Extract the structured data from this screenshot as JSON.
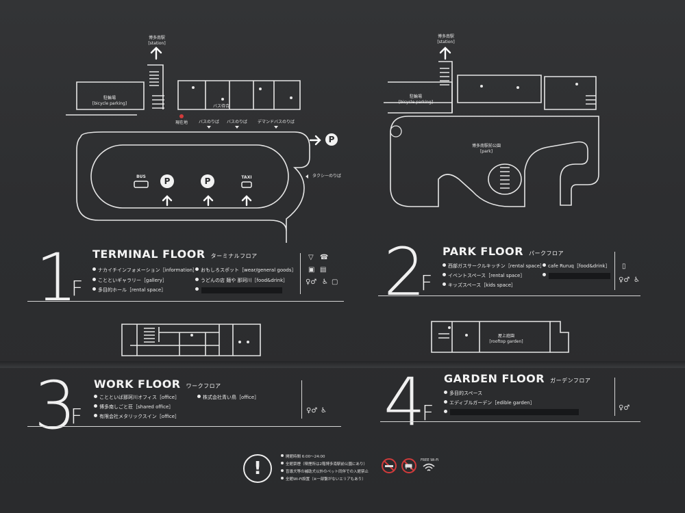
{
  "colors": {
    "board": "#2b2c2e",
    "line": "#e8e8e8",
    "prohibit": "#d23b3b",
    "here": "#d23b3b"
  },
  "map1": {
    "station_jp": "博多南駅",
    "station_en": "[station]",
    "bike_jp": "駐輪場",
    "bike_en": "[bicycle parking]",
    "bus_wait": "バス待合",
    "here": "現在地",
    "bus_stop1": "バスのりば",
    "bus_stop2": "バスのりば",
    "demand_stop": "デマンドバスのりば",
    "taxi_stop": "タクシーのりば",
    "bus": "BUS",
    "taxi": "TAXI",
    "parking": "P"
  },
  "map2": {
    "station_jp": "博多南駅",
    "station_en": "[station]",
    "bike_jp": "駐輪場",
    "bike_en": "[bicycle parking]",
    "park_jp": "博多南駅前公園",
    "park_en": "[park]"
  },
  "map4": {
    "roof_jp": "屋上庭園",
    "roof_en": "[rooftop garden]"
  },
  "floor1": {
    "num": "1",
    "suffix": "F",
    "title": "TERMINAL FLOOR",
    "title_jp": "ターミナルフロア",
    "items": [
      "ナカイチインフォメーション［information］",
      "ことといギャラリー［gallery］",
      "多目的ホール［rental space］",
      "おもしろスポット［wear/general goods］",
      "うどんの店 麺や 那珂川［food&drink］"
    ]
  },
  "floor2": {
    "num": "2",
    "suffix": "F",
    "title": "PARK FLOOR",
    "title_jp": "パークフロア",
    "items": [
      "西部ガスサークルキッチン［rental space］",
      "イベントスペース［rental space］",
      "キッズスペース［kids space］",
      "cafe Ruruq［food&drink］"
    ]
  },
  "floor3": {
    "num": "3",
    "suffix": "F",
    "title": "WORK FLOOR",
    "title_jp": "ワークフロア",
    "items": [
      "ことといば那珂川オフィス［office］",
      "博多南しごと荘［shared office］",
      "有限会社メタリックスイン［office］",
      "株式会社青い鳥［office］"
    ]
  },
  "floor4": {
    "num": "4",
    "suffix": "F",
    "title": "GARDEN FLOOR",
    "title_jp": "ガーデンフロア",
    "items": [
      "多目的スペース",
      "エディブルガーデン［edible garden］"
    ]
  },
  "notice": {
    "icon": "exclamation-icon",
    "lines": [
      "開館時間 6:00〜24:00",
      "全館禁煙（喫煙所は2階博多南駅前公園にあり）",
      "盲導犬等の補助犬以外のペット同伴での入館禁止",
      "全館Wi-Fi設置（※一部繋がないエリアもあり）"
    ],
    "wifi": "FREE Wi-Fi"
  }
}
